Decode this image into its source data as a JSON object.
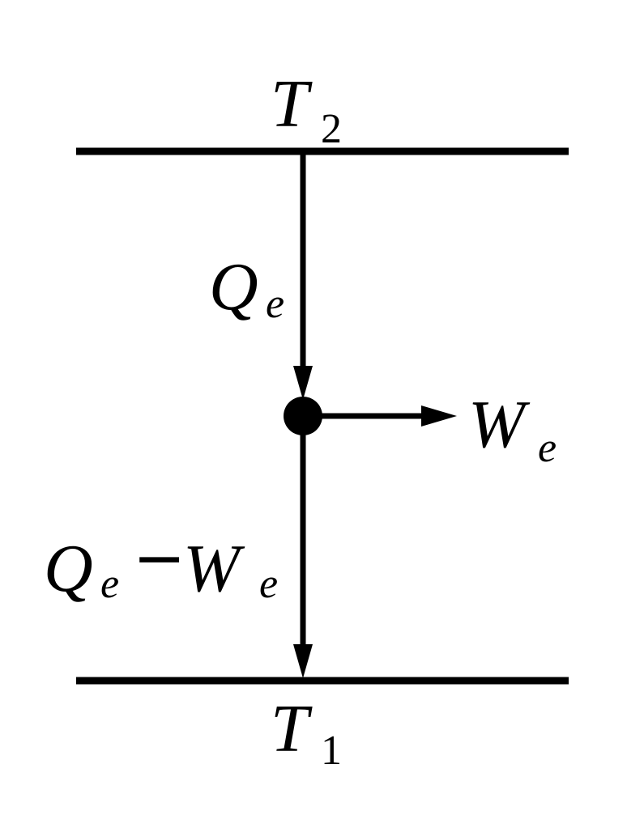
{
  "reservoirs": {
    "hot": {
      "symbol": "T",
      "subscript": "2"
    },
    "cold": {
      "symbol": "T",
      "subscript": "1"
    }
  },
  "flows": {
    "heat_in": {
      "symbol": "Q",
      "subscript": "e"
    },
    "work_out": {
      "symbol": "W",
      "subscript": "e"
    },
    "heat_out": {
      "q_symbol": "Q",
      "q_subscript": "e",
      "operator": "−",
      "w_symbol": "W",
      "w_subscript": "e"
    }
  },
  "colors": {
    "ink": "#000000",
    "background": "#ffffff"
  }
}
